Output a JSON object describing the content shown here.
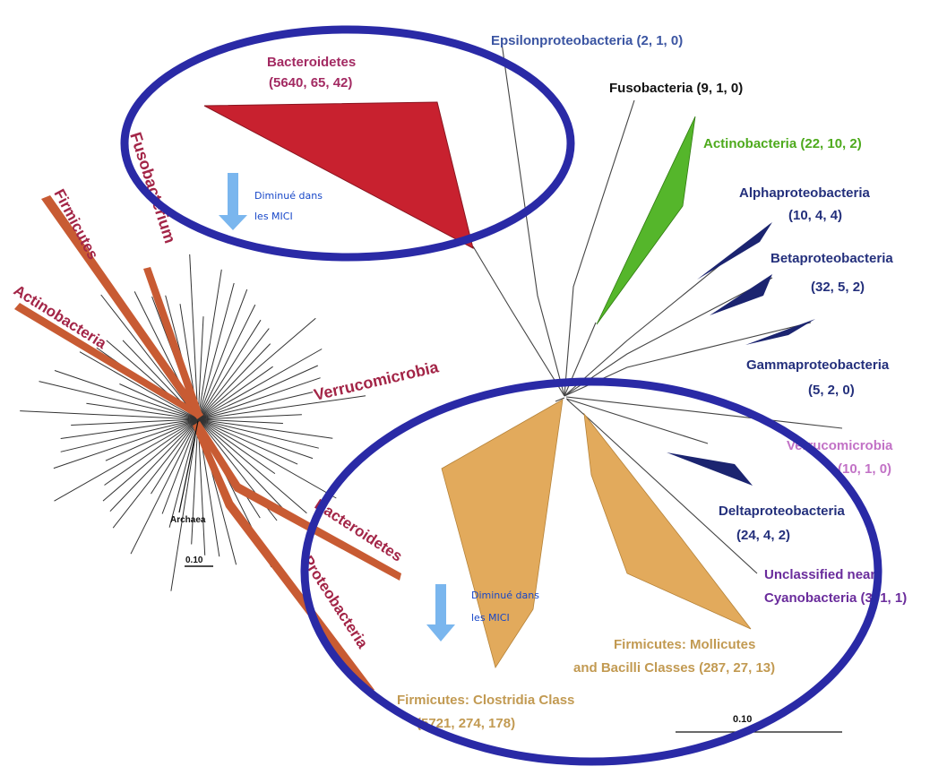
{
  "colors": {
    "ellipse": "#2a2aa6",
    "bacteroidetes_fill": "#c8212f",
    "firmicutes_fill": "#e2aa5c",
    "actinobacteria_fill": "#55b62b",
    "proteo_fill": "#1b2470",
    "small_tree_branch": "#c85b33",
    "small_tree_label": "#a32547",
    "note_text": "#1747c8",
    "arrow": "#7ab6ee",
    "black": "#111111"
  },
  "large_tree": {
    "groups": [
      {
        "name": "Bacteroidetes",
        "counts": "(5640, 65, 42)",
        "color": "#a32a62"
      },
      {
        "name": "Epsilonproteobacteria (2, 1, 0)",
        "color": "#3b55a2"
      },
      {
        "name": "Fusobacteria (9, 1, 0)",
        "color": "#111111"
      },
      {
        "name": "Actinobacteria (22, 10, 2)",
        "color": "#4eaa1d"
      },
      {
        "name": "Alphaproteobacteria",
        "counts": "(10, 4, 4)",
        "color": "#24307c"
      },
      {
        "name": "Betaproteobacteria",
        "counts": "(32, 5, 2)",
        "color": "#24307c"
      },
      {
        "name": "Gammaproteobacteria",
        "counts": "(5, 2, 0)",
        "color": "#24307c"
      },
      {
        "name": "Verrucomicrobia",
        "counts": "(10, 1, 0)",
        "color": "#c272c6"
      },
      {
        "name": "Deltaproteobacteria",
        "counts": "(24, 4, 2)",
        "color": "#24307c"
      },
      {
        "name": "Unclassified near",
        "name2": "Cyanobacteria (3, 1, 1)",
        "color": "#6a2c9c"
      },
      {
        "name": "Firmicutes: Mollicutes",
        "name2": "and Bacilli Classes (287, 27, 13)",
        "color": "#c29a52"
      },
      {
        "name": "Firmicutes: Clostridia Class",
        "counts": "(5721, 274, 178)",
        "color": "#c29a52"
      }
    ],
    "scale": "0.10"
  },
  "small_tree": {
    "labels": [
      "Fusobacterium",
      "Firmicutes",
      "Actinobacteria",
      "Verrucomicrobia",
      "Bacteroidetes",
      "Proteobacteria"
    ],
    "root": "Archaea",
    "scale": "0.10"
  },
  "notes": [
    {
      "line1": "Diminué dans",
      "line2": "les MICI"
    },
    {
      "line1": "Diminué dans",
      "line2": "les MICI"
    }
  ]
}
